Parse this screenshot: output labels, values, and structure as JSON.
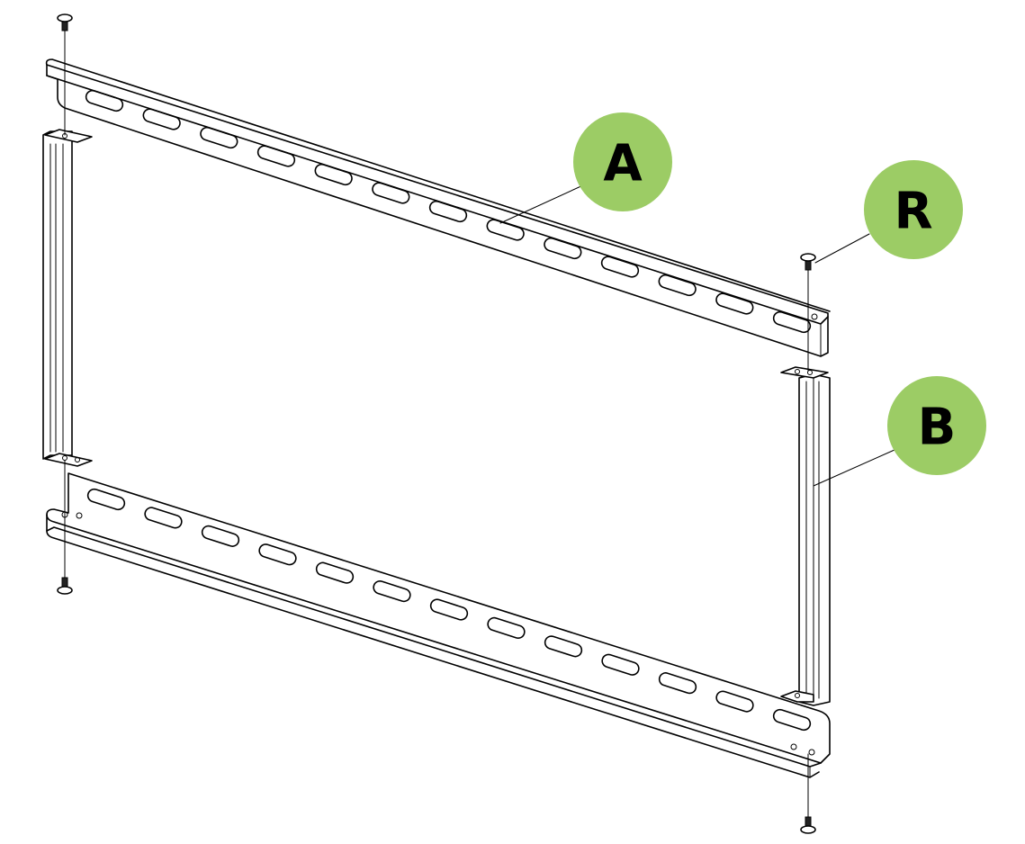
{
  "callouts": [
    {
      "id": "A",
      "label": "A"
    },
    {
      "id": "R",
      "label": "R"
    },
    {
      "id": "B",
      "label": "B"
    }
  ],
  "colors": {
    "callout_fill": "#9ccc65",
    "line": "#000000",
    "background": "#ffffff"
  },
  "parts": {
    "rail_slot_count": 13,
    "screw_count": 4
  }
}
